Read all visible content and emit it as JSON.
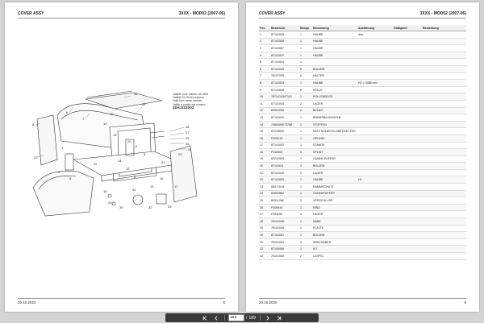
{
  "left_page": {
    "header_left": "COVER ASSY",
    "header_right": "3XXX - MOD02 (2007-06)",
    "footer_left": "20.10.2020",
    "footer_right": "5",
    "callout": {
      "line1": "Valable pour numéro de série",
      "line2": "Valable für Seriennummer",
      "line3": "Valid from serial number",
      "line4": "Valido a partire dal numero",
      "number": "31HJ122202"
    },
    "callout_numbers": [
      "35",
      "6",
      "7",
      "34",
      "28",
      "27",
      "26",
      "25",
      "24",
      "23",
      "10",
      "19",
      "13",
      "20",
      "2",
      "3",
      "21",
      "1",
      "8",
      "22",
      "11",
      "14",
      "12",
      "9",
      "4",
      "5",
      "15",
      "16",
      "17",
      "18",
      "29",
      "30",
      "31",
      "32",
      "33"
    ]
  },
  "right_page": {
    "header_left": "COVER ASSY",
    "header_right": "3XXX - MOD02 (2007-06)",
    "footer_left": "20.10.2020",
    "footer_right": "6",
    "columns": [
      "Pos",
      "Bestell-Nr.",
      "Menge",
      "Benennung",
      "Ausführung",
      "Gültigkeit",
      "Bemerkung"
    ],
    "rows": [
      [
        "1",
        "87141535",
        "1",
        "HAUBE",
        "dim.",
        "",
        ""
      ],
      [
        "2",
        "87141536",
        "1",
        "HAUBE",
        "",
        "",
        ""
      ],
      [
        "3",
        "87141567",
        "1",
        "HAUBE",
        "",
        "",
        ""
      ],
      [
        "4",
        "87141537",
        "1",
        "HAUBE",
        "",
        "",
        ""
      ],
      [
        "5",
        "87141534",
        "1",
        "",
        "",
        "",
        ""
      ],
      [
        "6",
        "87141049",
        "6",
        "BOLZEN",
        "",
        "",
        ""
      ],
      [
        "7",
        "76107055",
        "6",
        "HALTER",
        "",
        "",
        ""
      ],
      [
        "8",
        "87141533",
        "1",
        "HAUBE",
        "H2 = 3085 mm",
        "",
        ""
      ],
      [
        "9",
        "87141848",
        "6",
        "ROLLE",
        "",
        "",
        ""
      ],
      [
        "10",
        "7871414347110",
        "2",
        "ROLLENBOCK",
        "",
        "",
        ""
      ],
      [
        "11",
        "87141044",
        "2",
        "LAGER",
        "",
        "",
        ""
      ],
      [
        "12",
        "80301055",
        "2",
        "BELAG",
        "",
        "",
        ""
      ],
      [
        "13",
        "87141040",
        "1",
        "BREMSBACKESCHE",
        "",
        "",
        ""
      ],
      [
        "14",
        "7450406073788",
        "2",
        "STOPFEN",
        "",
        "",
        ""
      ],
      [
        "15",
        "87078000",
        "1",
        "SATZ SELBSTKLEBETIKETTEN",
        "",
        "",
        ""
      ],
      [
        "16",
        "F000015",
        "1",
        "GELENK",
        "",
        "",
        ""
      ],
      [
        "17",
        "87141062",
        "1",
        "STANGE",
        "",
        "",
        ""
      ],
      [
        "18",
        "F012500",
        "6",
        "SPLINT",
        "",
        "",
        ""
      ],
      [
        "19",
        "80210553",
        "1",
        "GUMMI-PUFFER",
        "",
        "",
        ""
      ],
      [
        "20",
        "87141011",
        "4",
        "BOLZEN",
        "",
        "",
        ""
      ],
      [
        "21",
        "87141040",
        "2",
        "LAGER",
        "",
        "",
        ""
      ],
      [
        "22",
        "87141053",
        "1",
        "HAUBE",
        "H1",
        "",
        ""
      ],
      [
        "23",
        "86371515",
        "2",
        "RAMMSCHUTZ",
        "",
        "",
        ""
      ],
      [
        "24",
        "82800862",
        "2",
        "GUMMIPUFFER",
        "",
        "",
        ""
      ],
      [
        "25",
        "80311066",
        "2",
        "VERSCHLUSS",
        "",
        "",
        ""
      ],
      [
        "26",
        "F000944",
        "2",
        "RING",
        "",
        "",
        ""
      ],
      [
        "27",
        "F001156",
        "4",
        "LAGER",
        "",
        "",
        ""
      ],
      [
        "28",
        "76101045",
        "2",
        "NABE",
        "",
        "",
        ""
      ],
      [
        "29",
        "76101045",
        "2",
        "PLATTE",
        "",
        "",
        ""
      ],
      [
        "30",
        "87101061",
        "2",
        "BOLZEN",
        "",
        "",
        ""
      ],
      [
        "31",
        "76101054",
        "4",
        "ABSCHABER",
        "",
        "",
        ""
      ],
      [
        "32",
        "87106086",
        "2",
        "KIT",
        "",
        "",
        ""
      ],
      [
        "33",
        "76101060",
        "2",
        "LASPEL",
        "",
        "",
        ""
      ]
    ]
  },
  "toolbar": {
    "current_page": "164",
    "page_separator": "/",
    "total_pages": "189"
  },
  "colors": {
    "background": "#d4d4d4",
    "toolbar": "#3a3a3a"
  }
}
